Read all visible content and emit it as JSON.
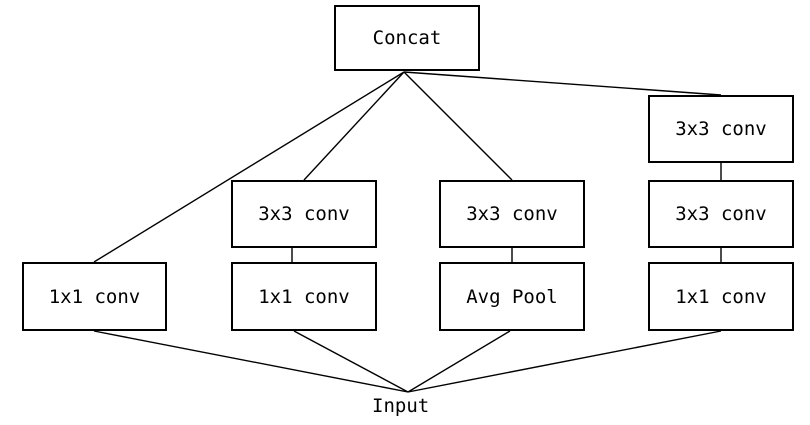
{
  "diagram": {
    "top_node": "Concat",
    "bottom_node": "Input",
    "branches": [
      {
        "layers": [
          "1x1 conv"
        ]
      },
      {
        "layers": [
          "1x1 conv",
          "3x3 conv"
        ]
      },
      {
        "layers": [
          "Avg Pool",
          "3x3 conv"
        ]
      },
      {
        "layers": [
          "1x1 conv",
          "3x3 conv",
          "3x3 conv"
        ]
      }
    ]
  }
}
